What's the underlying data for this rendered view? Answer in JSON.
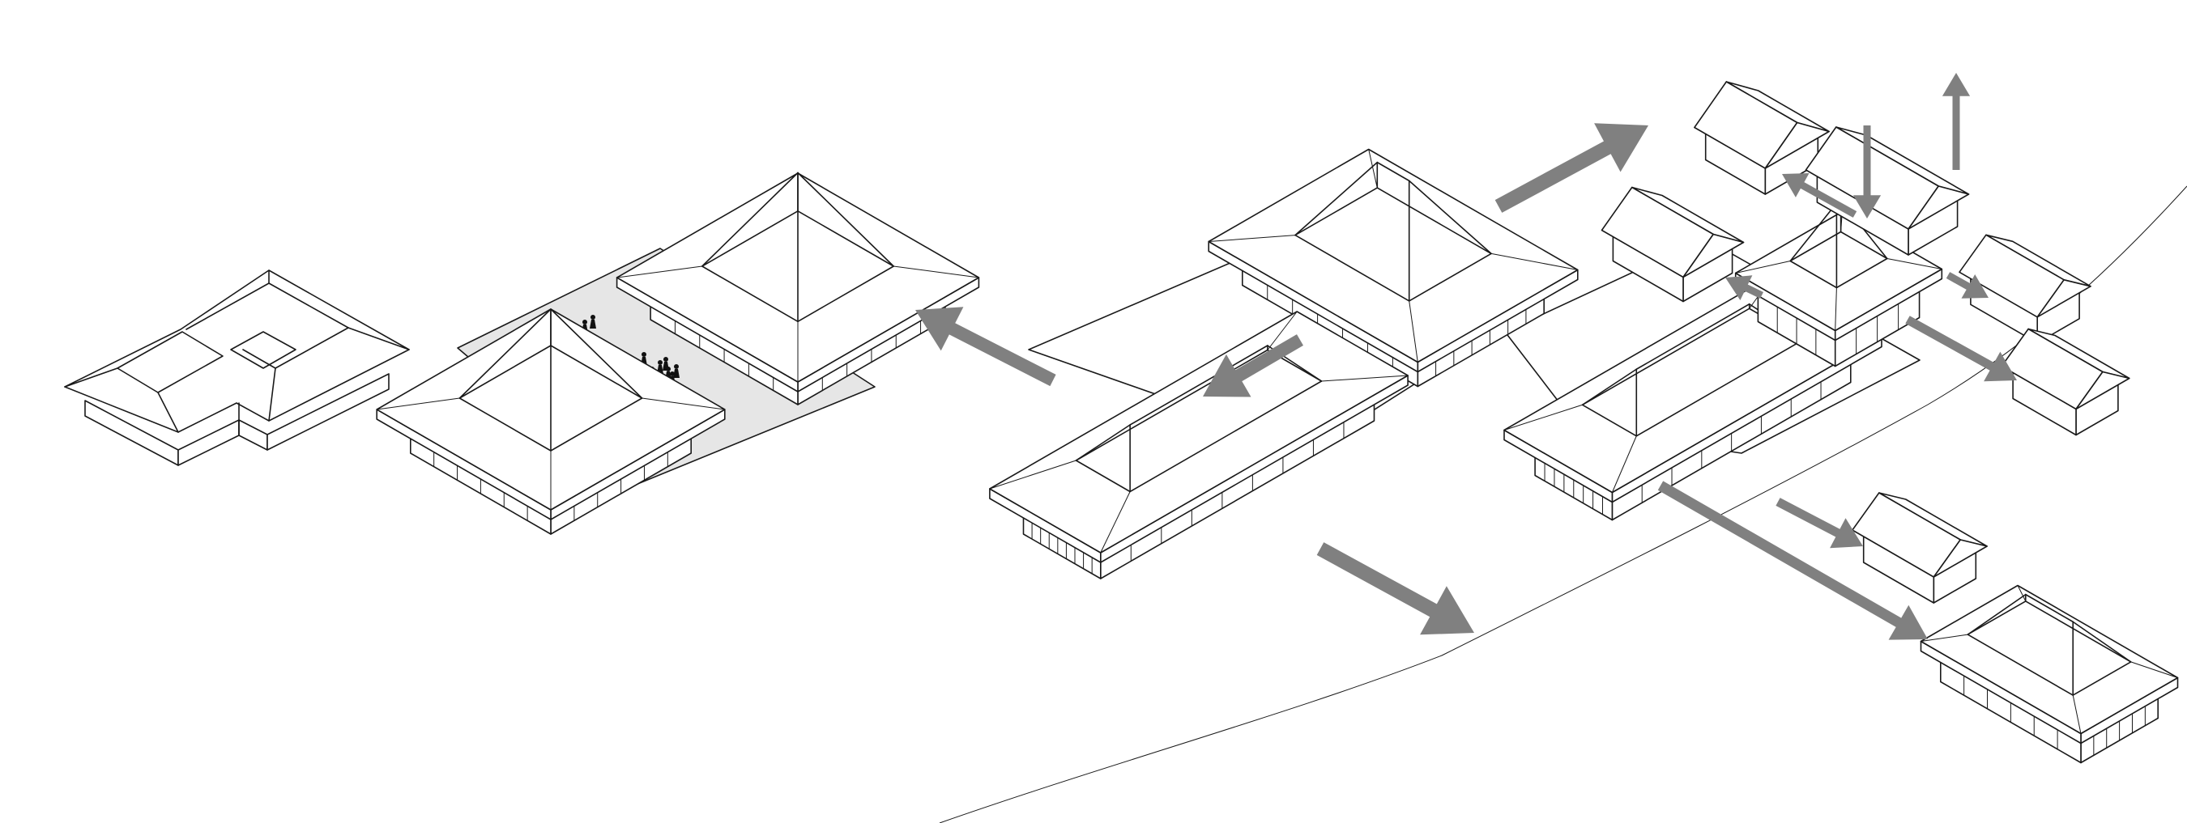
{
  "colors": {
    "line": "#1a1a1a",
    "arrow": "#808080",
    "plaza": "#e6e6e6",
    "background": "#ffffff"
  },
  "stages": [
    {
      "id": "courtyard-block"
    },
    {
      "id": "two-pavilions-plaza"
    },
    {
      "id": "three-pavilions"
    },
    {
      "id": "dispersed-cluster"
    }
  ]
}
